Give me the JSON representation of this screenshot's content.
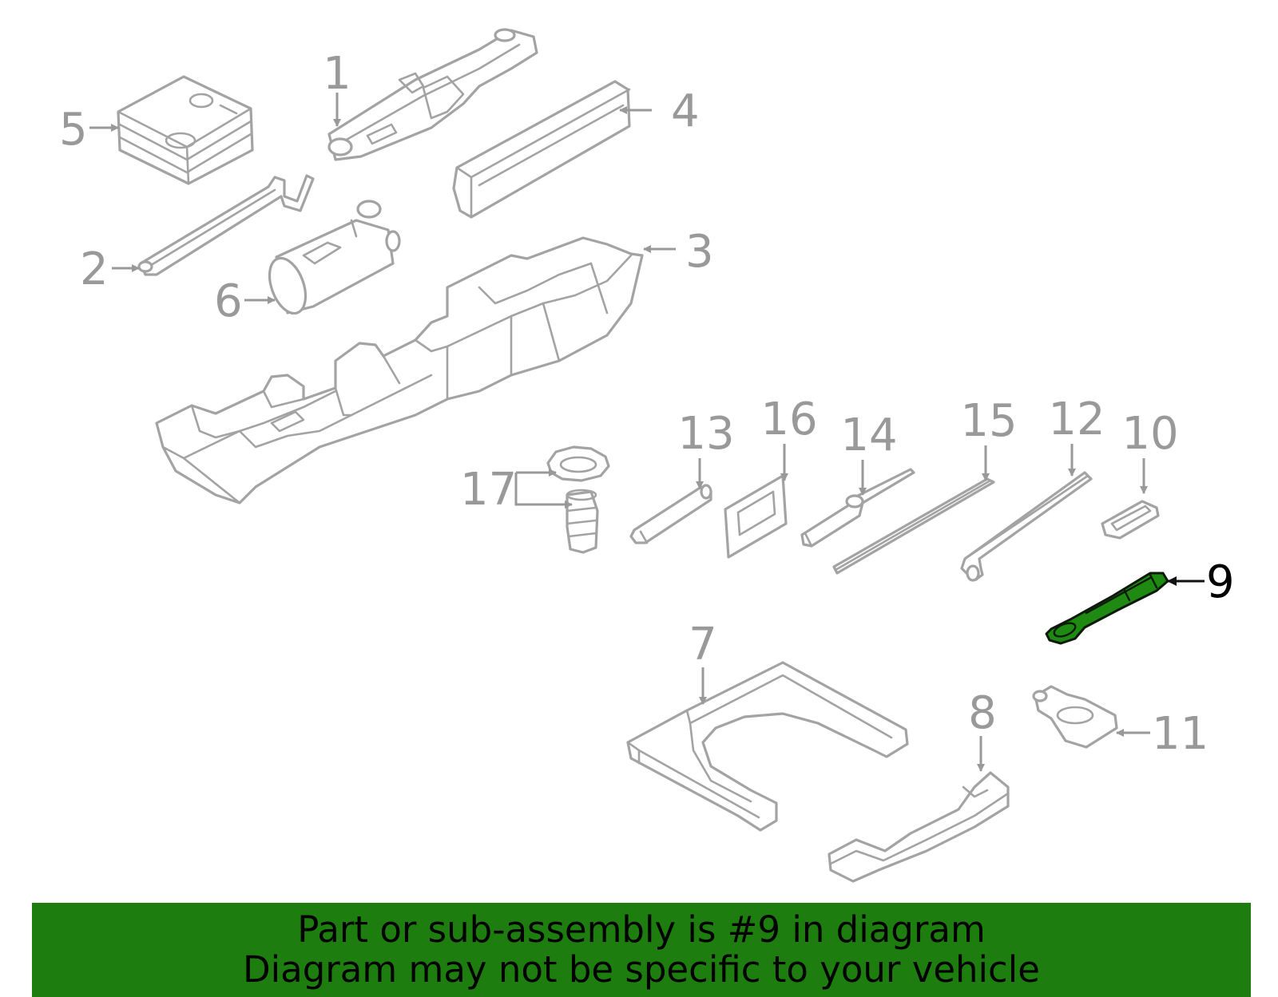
{
  "callouts": {
    "c1": "1",
    "c2": "2",
    "c3": "3",
    "c4": "4",
    "c5": "5",
    "c6": "6",
    "c7": "7",
    "c8": "8",
    "c9": "9",
    "c10": "10",
    "c11": "11",
    "c12": "12",
    "c13": "13",
    "c14": "14",
    "c15": "15",
    "c16": "16",
    "c17": "17"
  },
  "highlighted_part": "9",
  "colors": {
    "highlight_fill": "#1e8a12",
    "banner_background": "#1e7d0f",
    "part_outline": "#a3a3a3",
    "callout_text": "#999999",
    "highlighted_callout_text": "#000000"
  },
  "banner": {
    "line1": "Part or sub-assembly is #9 in diagram",
    "line2": "Diagram may not be specific to your vehicle"
  }
}
